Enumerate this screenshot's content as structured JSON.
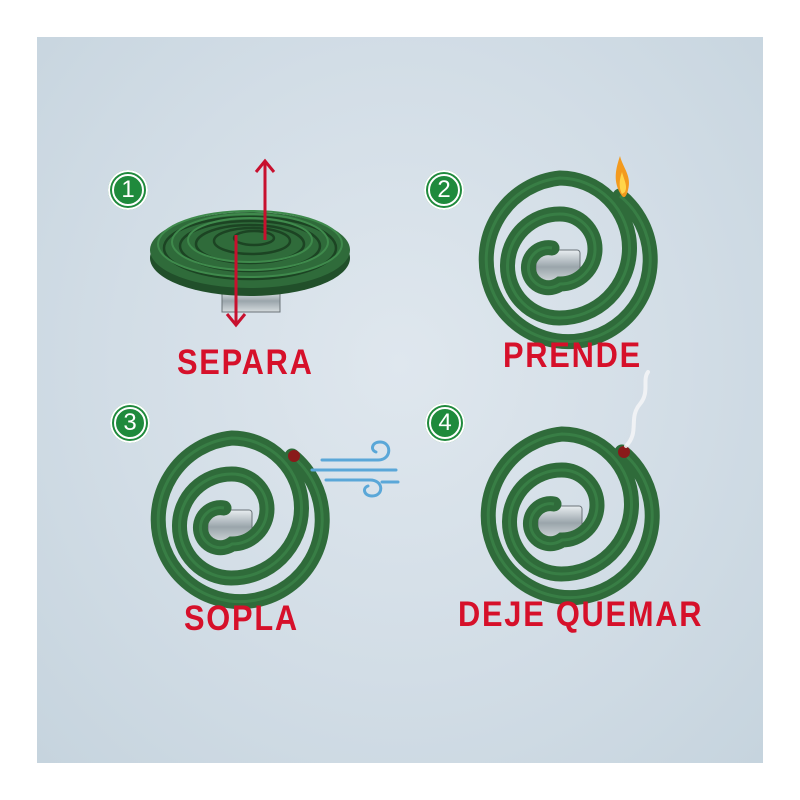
{
  "steps": [
    {
      "number": "1",
      "label": "SEPARA",
      "icon": "stacked-coils-arrows-icon"
    },
    {
      "number": "2",
      "label": "PRENDE",
      "icon": "coil-flame-icon"
    },
    {
      "number": "3",
      "label": "SOPLA",
      "icon": "coil-wind-icon"
    },
    {
      "number": "4",
      "label": "DEJE QUEMAR",
      "icon": "coil-smoke-icon"
    }
  ],
  "colors": {
    "coil": "#2f6b3a",
    "coil_dark": "#214f2a",
    "badge": "#1f8a3c",
    "label": "#d6102a",
    "arrow": "#c8102e",
    "wind": "#5aa7d8"
  }
}
